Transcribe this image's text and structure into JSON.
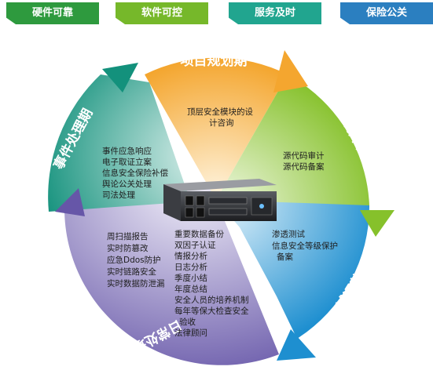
{
  "top_tabs": [
    {
      "label": "硬件可靠",
      "color": "#2e9a3e"
    },
    {
      "label": "软件可控",
      "color": "#76b82a"
    },
    {
      "label": "服务及时",
      "color": "#21a58f"
    },
    {
      "label": "保险公关",
      "color": "#2b7fc0"
    }
  ],
  "phases": {
    "planning": {
      "title": "项目规划期",
      "items": [
        "顶层安全模块的设",
        "计咨询"
      ]
    },
    "development": {
      "title": "系统开发期",
      "items": [
        "源代码审计",
        "源代码备案"
      ]
    },
    "testing": {
      "title": "试运营攻期",
      "items": [
        "渗透测试",
        "信息安全等级保护",
        "备案"
      ]
    },
    "daily": {
      "title": "日常处理期",
      "items_left": [
        "周扫描报告",
        "实时防篡改",
        "应急Ddos防护",
        "实时链路安全",
        "实时数据防泄漏"
      ],
      "items_right": [
        "重要数据备份",
        "双因子认证",
        "情报分析",
        "日志分析",
        "季度小结",
        "年度总结",
        "安全人员的培养机制",
        "每年等保大检查安全",
        "验收",
        "法律顾问"
      ]
    },
    "event": {
      "title": "事件处理期",
      "items": [
        "事件应急响应",
        "电子取证立案",
        "信息安全保险补偿",
        "舆论公关处理",
        "司法处理"
      ]
    }
  },
  "colors": {
    "planning": "#f6b04d",
    "development": "#9ccd45",
    "testing": "#3ea6dd",
    "daily": "#7b6fb8",
    "event": "#24a18f"
  }
}
